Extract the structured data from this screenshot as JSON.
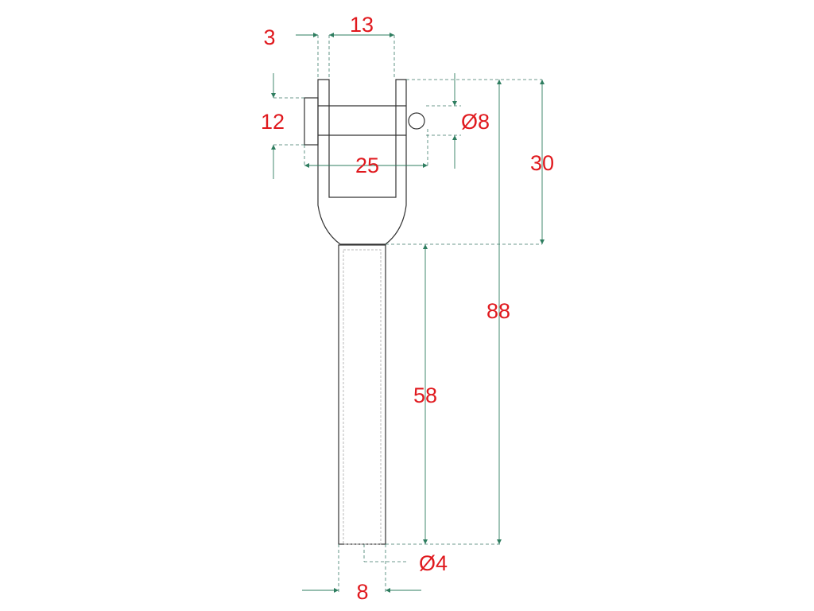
{
  "drawing": {
    "colors": {
      "dimension_text": "#e0191e",
      "dimension_line": "#2e7d5f",
      "extension_line": "#3c7a6a",
      "outline": "#333333",
      "hidden_line": "#b8b8b8"
    },
    "dimensions": {
      "clevis_gap": "13",
      "clevis_wall": "3",
      "clevis_pin_height": "12",
      "pin_diameter": "Ø8",
      "pin_length": "25",
      "fork_height": "30",
      "overall_length": "88",
      "shank_length": "58",
      "bore_diameter": "Ø4",
      "shank_diameter": "8"
    }
  }
}
